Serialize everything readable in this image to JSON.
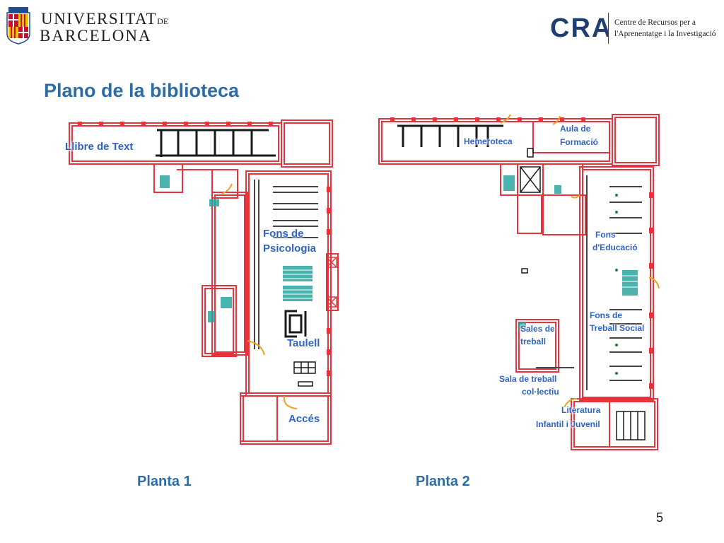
{
  "header": {
    "university_line1": "UNIVERSITAT",
    "university_de": "DE",
    "university_line2": "BARCELONA",
    "crai_logo_text": "CRAI",
    "crai_line1": "Centre de Recursos per a",
    "crai_line2": "l'Aprenentatge i la Investigació"
  },
  "title": "Plano de la biblioteca",
  "planta1": {
    "caption": "Planta 1",
    "labels": {
      "llibre_de_text": "Llibre de Text",
      "fons_psicologia_1": "Fons de",
      "fons_psicologia_2": "Psicologia",
      "taulell": "Taulell",
      "acces": "Accés"
    }
  },
  "planta2": {
    "caption": "Planta 2",
    "labels": {
      "hemeroteca": "Hemeroteca",
      "aula_formacio_1": "Aula de",
      "aula_formacio_2": "Formació",
      "fons_educacio_1": "Fons",
      "fons_educacio_2": "d'Educació",
      "fons_treball_1": "Fons de",
      "fons_treball_2": "Treball Social",
      "sales_treball_1": "Sales de",
      "sales_treball_2": "treball",
      "sala_collectiu_1": "Sala de treball",
      "sala_collectiu_2": "col·lectiu",
      "literatura_1": "Literatura",
      "literatura_2": "Infantil i Juvenil"
    }
  },
  "page_number": "5",
  "colors": {
    "title_blue": "#2e6da4",
    "label_blue": "#2f64c4",
    "wall_red": "#e8323c",
    "shelf_dark": "#1a1a1a",
    "stair_teal": "#2aa6a0",
    "door_orange": "#f0a020"
  }
}
